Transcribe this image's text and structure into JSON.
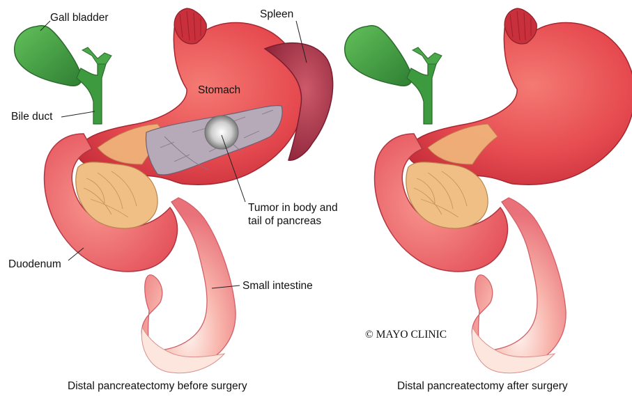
{
  "labels": {
    "gall_bladder": "Gall bladder",
    "spleen": "Spleen",
    "stomach": "Stomach",
    "bile_duct": "Bile duct",
    "tumor_line1": "Tumor in body and",
    "tumor_line2": "tail of pancreas",
    "duodenum": "Duodenum",
    "small_intestine": "Small intestine"
  },
  "copyright": "© MAYO CLINIC",
  "captions": {
    "before": "Distal pancreatectomy before surgery",
    "after": "Distal pancreatectomy after surgery"
  },
  "colors": {
    "stomach": "#e6454c",
    "duodenum": "#ee6f72",
    "intestine": "#f4a5a0",
    "pancreas_head": "#f2c48c",
    "pancreas_tail": "#b7aab8",
    "spleen": "#b3384f",
    "gallbladder": "#3f9f3f",
    "tumor": "#d9d9d9"
  }
}
